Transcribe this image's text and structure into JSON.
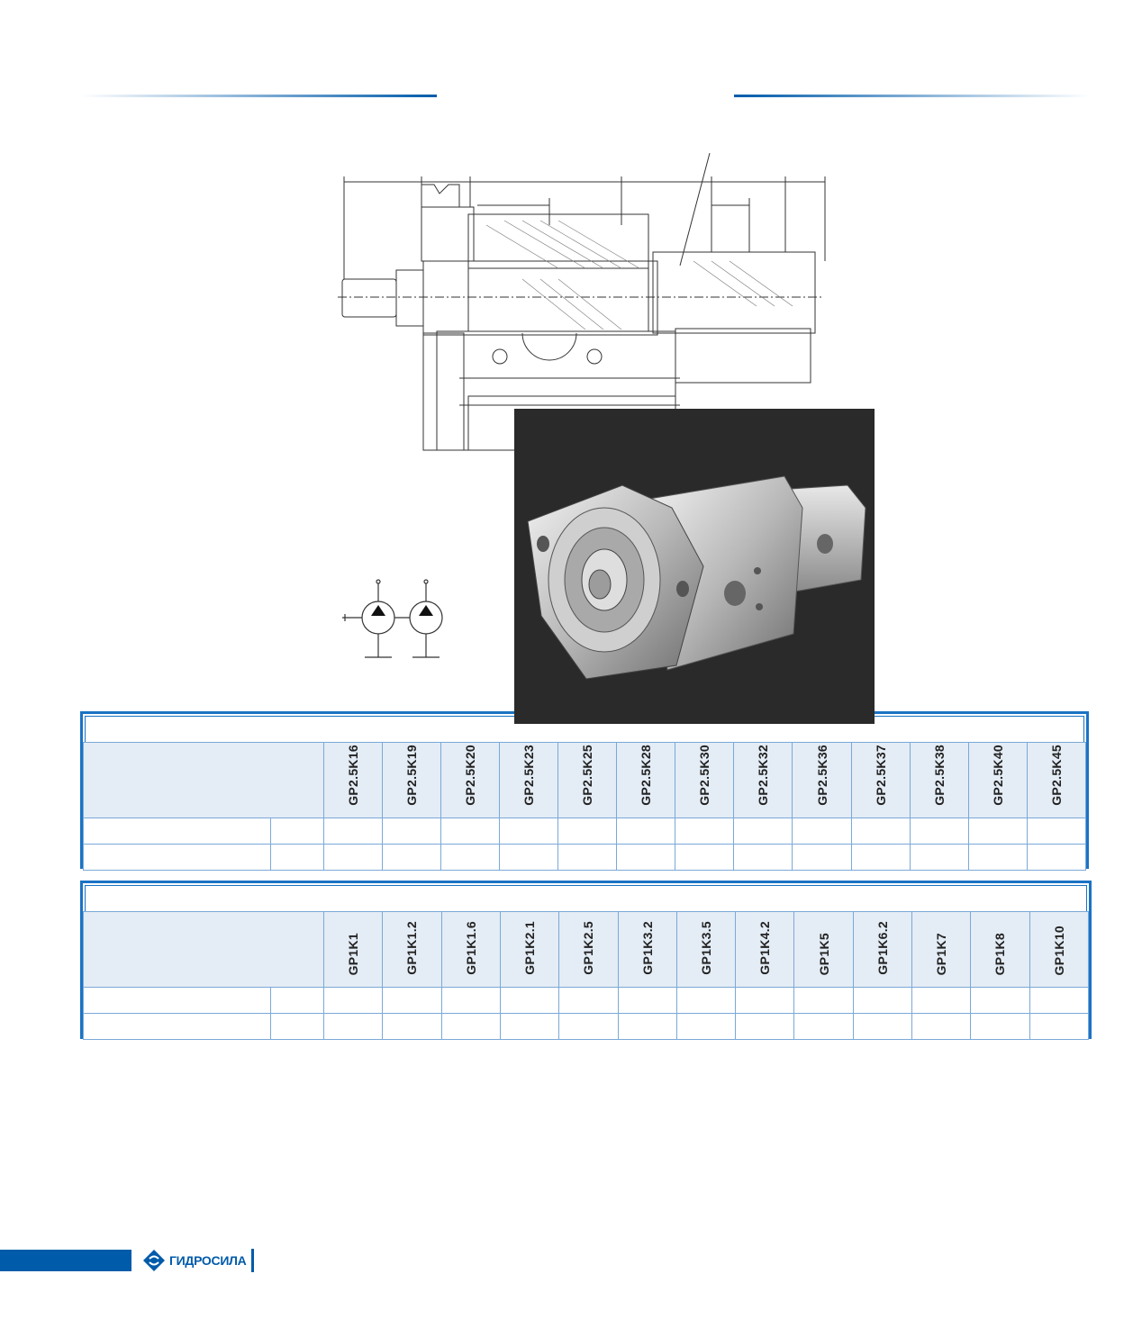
{
  "brand": {
    "name": "ГИДРОСИЛА",
    "color": "#005baa"
  },
  "accent_colors": {
    "rule": "#005baa",
    "table_border": "#1b73c4",
    "table_header_bg": "#e4ecf5"
  },
  "table_gp25": {
    "models": [
      "GP2.5K16",
      "GP2.5K19",
      "GP2.5K20",
      "GP2.5K23",
      "GP2.5K25",
      "GP2.5K28",
      "GP2.5K30",
      "GP2.5K32",
      "GP2.5K36",
      "GP2.5K37",
      "GP2.5K38",
      "GP2.5K40",
      "GP2.5K45"
    ]
  },
  "table_gp1": {
    "models": [
      "GP1K1",
      "GP1K1.2",
      "GP1K1.6",
      "GP1K2.1",
      "GP1K2.5",
      "GP1K3.2",
      "GP1K3.5",
      "GP1K4.2",
      "GP1K5",
      "GP1K6.2",
      "GP1K7",
      "GP1K8",
      "GP1K10"
    ]
  },
  "icons": {
    "drawing": "pump-section-drawing-icon",
    "symbol": "hydraulic-double-pump-symbol-icon",
    "photo": "gear-pump-photo-icon",
    "logo": "gidrosila-logo-icon"
  }
}
